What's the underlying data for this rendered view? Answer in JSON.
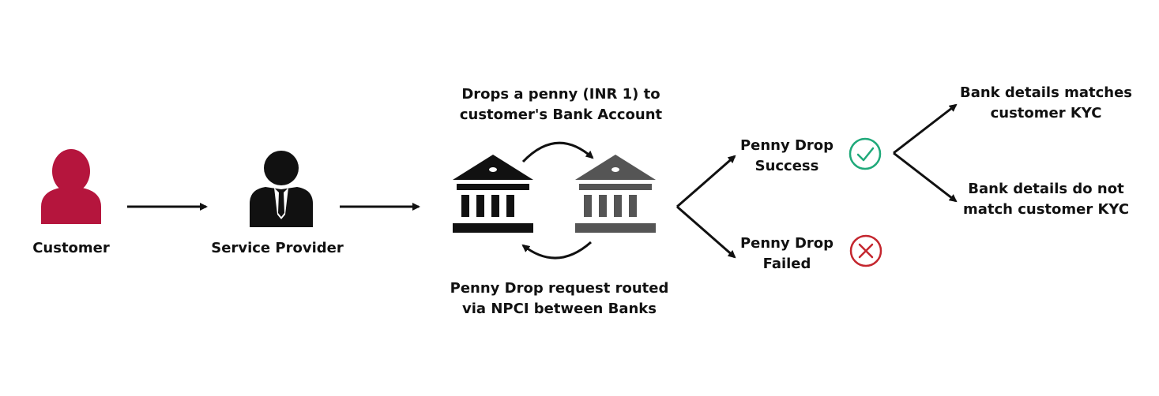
{
  "labels": {
    "customer": "Customer",
    "service_provider": "Service Provider",
    "drop_top_1": "Drops a penny (INR 1) to",
    "drop_top_2": "customer's Bank Account",
    "route_bottom_1": "Penny Drop request routed",
    "route_bottom_2": "via NPCI between Banks",
    "success_1": "Penny Drop",
    "success_2": "Success",
    "failed_1": "Penny Drop",
    "failed_2": "Failed",
    "match_1": "Bank details matches",
    "match_2": "customer KYC",
    "nomatch_1": "Bank details do not",
    "nomatch_2": "match customer KYC"
  },
  "icons": {
    "customer": "person-icon",
    "provider": "businessman-icon",
    "bank_left": "bank-icon",
    "bank_right": "bank-icon",
    "success": "check-circle-icon",
    "failed": "x-circle-icon"
  },
  "colors": {
    "customer": "#B5153D",
    "provider": "#111111",
    "bank_left": "#111111",
    "bank_right": "#555555",
    "success": "#1FA97A",
    "failed": "#C4262E",
    "arrows": "#111111"
  }
}
